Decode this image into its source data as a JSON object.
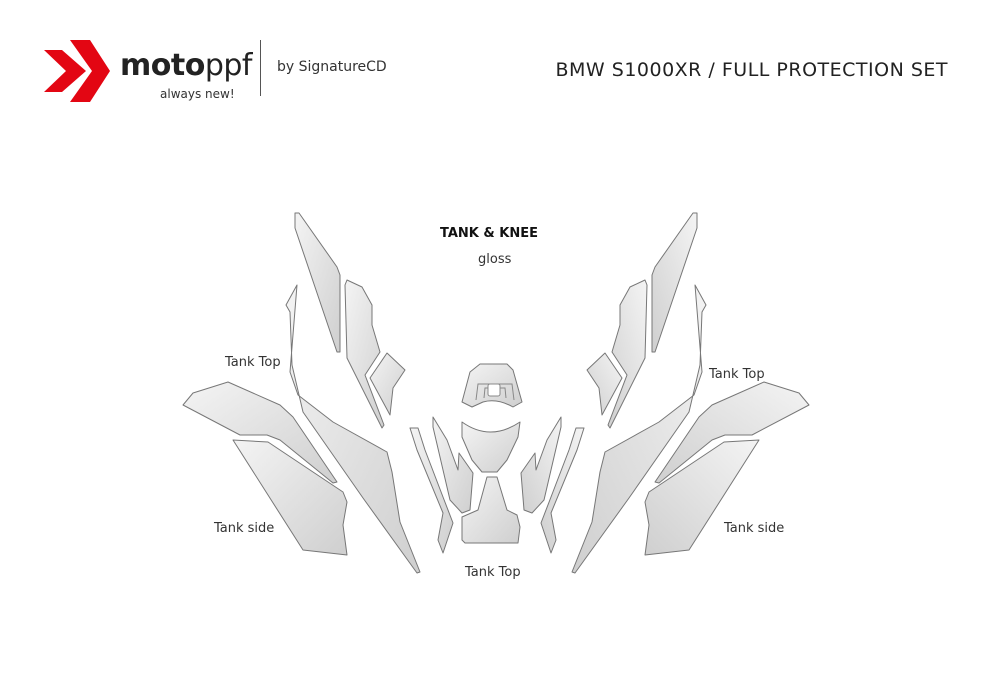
{
  "header": {
    "brand_bold": "moto",
    "brand_light": "ppf",
    "tagline": "always new!",
    "by_line": "by SignatureCD",
    "title": "BMW S1000XR / FULL PROTECTION SET",
    "brand_color": "#e30613"
  },
  "diagram": {
    "section_title": "TANK & KNEE",
    "finish": "gloss",
    "labels": {
      "tank_top_left": "Tank Top",
      "tank_top_right": "Tank Top",
      "tank_side_left": "Tank side",
      "tank_side_right": "Tank side",
      "tank_top_center": "Tank Top"
    }
  }
}
